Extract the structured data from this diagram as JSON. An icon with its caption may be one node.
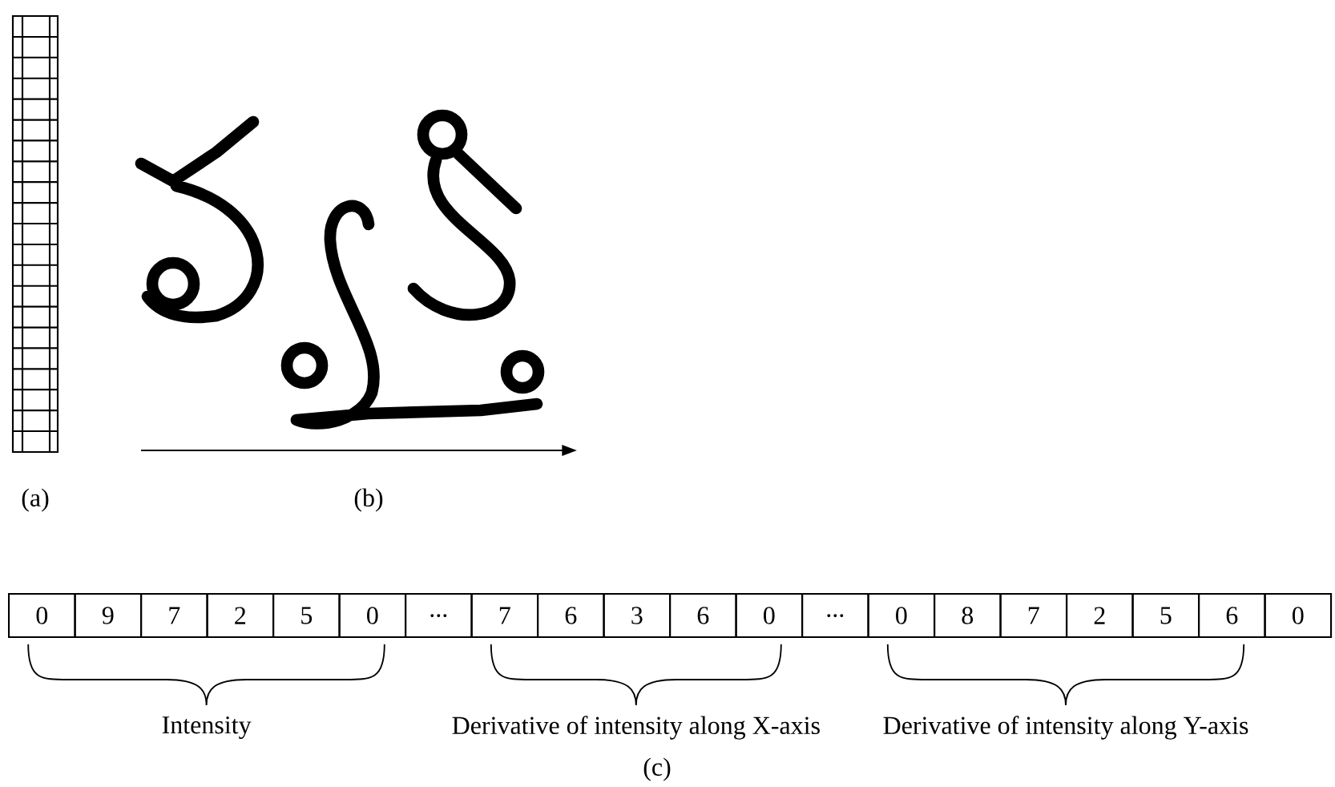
{
  "diagram": {
    "labels": [
      "(a)",
      "(b)",
      "0",
      "9",
      "7",
      "2",
      "5",
      "0",
      "...",
      "7",
      "6",
      "3",
      "6",
      "0",
      "...",
      "0",
      "8",
      "7",
      "2",
      "5",
      "6",
      "0",
      "Intensity",
      "Derivative of intensity along X-axis",
      "Derivative of intensity along Y-axis",
      "(c)"
    ]
  }
}
